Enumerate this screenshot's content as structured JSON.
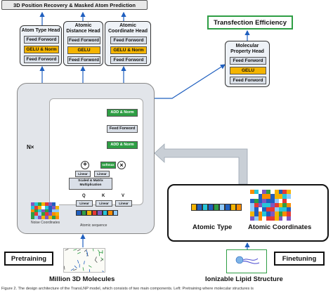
{
  "top_label": "3D Position Recovery & Masked Atom Prediction",
  "heads": {
    "atom_type": {
      "title": "Atom Type Head",
      "layers": [
        "Feed Forword",
        "GELU & Norm",
        "Feed Forword"
      ]
    },
    "distance": {
      "title_line1": "Atomic",
      "title_line2": "Distance  Head",
      "layers": [
        "Feed Forword",
        "GELU",
        "Feed Forword"
      ]
    },
    "coordinate": {
      "title_line1": "Atomic",
      "title_line2": "Coordinate Head",
      "layers": [
        "Feed Forword",
        "GELU & Norm",
        "Feed Forword"
      ]
    },
    "property": {
      "title_line1": "Molecular",
      "title_line2": "Property Head",
      "layers": [
        "Feed Forword",
        "GELU",
        "Feed Forword"
      ]
    }
  },
  "transfection_label": "Transfection Efficiency",
  "encoder": {
    "repeat": "N×",
    "add_norm_top": "ADD & Norm",
    "feed_forward": "Feed Forword",
    "add_norm_mid": "ADD & Norm",
    "softmax": "softmax",
    "linear": "Linear",
    "scaled": "Scaled & Matrix Multiplication",
    "q": "Q",
    "k": "K",
    "v": "V",
    "noise_caption": "Noise Coordinates",
    "atomic_seq_caption": "Atomic sequence"
  },
  "right_panel": {
    "atomic_type": "Atomic Type",
    "atomic_coords": "Atomic Coordinates"
  },
  "bottom": {
    "pretraining": "Pretraining",
    "million": "Million 3D Molecules",
    "finetuning": "Finetuning",
    "lipid": "Ionizable Lipid Structure"
  },
  "caption": "Figure 2. The design architecture of the TransLNP model, which consists of two main components. Left: Pretraining where molecular structures is",
  "colors": {
    "accent_blue": "#1f5fbf",
    "green_border": "#2e9e44",
    "yellow": "#f4b400",
    "gray_layer": "#d9dfe8"
  }
}
